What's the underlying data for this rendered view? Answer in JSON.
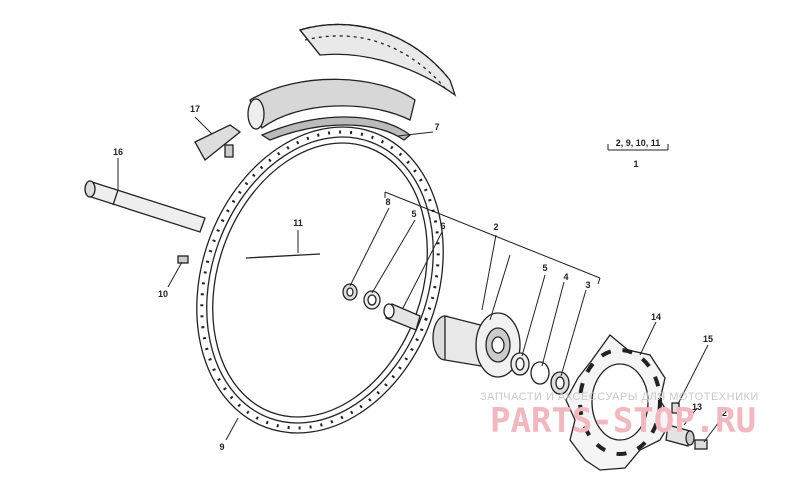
{
  "callouts": [
    {
      "id": "c1",
      "text": "1"
    },
    {
      "id": "c2",
      "text": "2"
    },
    {
      "id": "c3",
      "text": "3"
    },
    {
      "id": "c4",
      "text": "4"
    },
    {
      "id": "c5a",
      "text": "5"
    },
    {
      "id": "c5b",
      "text": "5"
    },
    {
      "id": "c6",
      "text": "6"
    },
    {
      "id": "c7",
      "text": "7"
    },
    {
      "id": "c8",
      "text": "8"
    },
    {
      "id": "c9",
      "text": "9"
    },
    {
      "id": "c10",
      "text": "10"
    },
    {
      "id": "c11",
      "text": "11"
    },
    {
      "id": "c12",
      "text": "12"
    },
    {
      "id": "c13",
      "text": "13"
    },
    {
      "id": "c14",
      "text": "14"
    },
    {
      "id": "c15",
      "text": "15"
    },
    {
      "id": "c16",
      "text": "16"
    },
    {
      "id": "c17",
      "text": "17"
    }
  ],
  "assembly_note": "2, 9, 10, 11",
  "watermark": {
    "tagline": "ЗАПЧАСТИ И АКСЕССУАРЫ ДЛЯ МОТОТЕХНИКИ",
    "brand": "PARTS-STOP.RU",
    "color": "#f2b7bf"
  }
}
